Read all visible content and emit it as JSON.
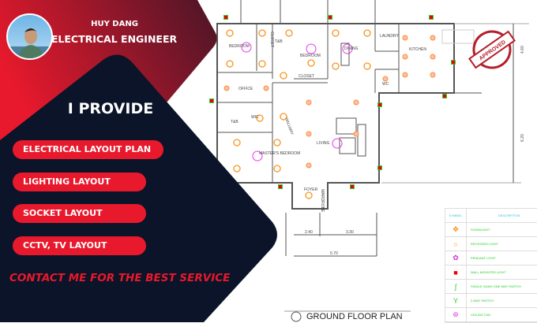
{
  "profile": {
    "name": "HUY DANG",
    "title": "ELECTRICAL ENGINEER"
  },
  "heading": "I PROVIDE",
  "services": [
    "ELECTRICAL LAYOUT PLAN",
    "LIGHTING LAYOUT",
    "SOCKET LAYOUT",
    "CCTV, TV LAYOUT"
  ],
  "cta": "CONTACT ME FOR THE BEST SERVICE",
  "colors": {
    "red": "#e8192c",
    "navy": "#0b1428",
    "dark_red": "#5a1a2a"
  },
  "plan": {
    "title": "GROUND FLOOR PLAN",
    "stamp": "APPROVED",
    "rooms": {
      "bedroom1": "BEDROOM",
      "tb1": "T&B",
      "bedroom2": "BEDROOM",
      "closet1": "CLOSET",
      "closet2": "CLOSET",
      "dining": "DINING",
      "laundry": "LAUNDRY",
      "kitchen": "KITCHEN",
      "office": "OFFICE",
      "hallway": "HALLWAY",
      "tb2": "T&B",
      "wic": "WIC",
      "living": "LIVING",
      "master": "MASTER'S BEDROOM",
      "foyer": "FOYER",
      "wardrobe": "WARDROBE",
      "wc": "WC"
    },
    "dimensions": {
      "d1": "2.40",
      "d2": "3.30",
      "d3": "5.70",
      "d4": "4.60",
      "d5": "6.20"
    }
  },
  "legend": {
    "symbol_header": "SYMBOL",
    "description_header": "DESCRIPTION",
    "items": [
      {
        "icon": "downlight-icon",
        "label": "DOWNLIGHT"
      },
      {
        "icon": "recessed-light-icon",
        "label": "RECESSED LIGHT"
      },
      {
        "icon": "pendant-light-icon",
        "label": "PENDANT LIGHT"
      },
      {
        "icon": "wall-light-icon",
        "label": "WALL MOUNTED LIGHT"
      },
      {
        "icon": "switch-icon",
        "label": "SINGLE GANG ONE WAY SWITCH"
      },
      {
        "icon": "two-way-switch-icon",
        "label": "2-WAY SWITCH"
      },
      {
        "icon": "ceiling-fan-icon",
        "label": "CEILING FAN"
      }
    ]
  }
}
